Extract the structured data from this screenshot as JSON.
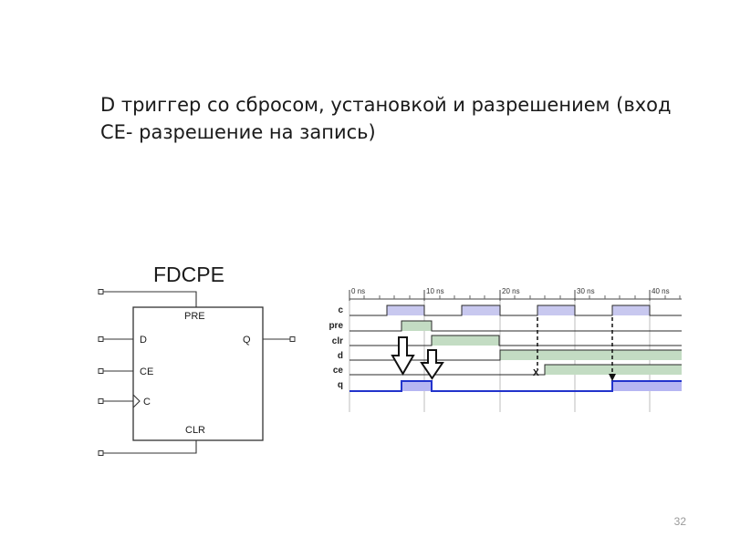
{
  "slide": {
    "title": "D триггер со сбросом, установкой и разрешением (вход CE- разрешение на запись)",
    "page_number": "32"
  },
  "component": {
    "name": "FDCPE",
    "pins": {
      "pre": "PRE",
      "d": "D",
      "ce": "CE",
      "c": "C",
      "q": "Q",
      "clr": "CLR"
    }
  },
  "timing": {
    "time_labels": [
      "0 ns",
      "10 ns",
      "20 ns",
      "30 ns",
      "40 ns"
    ],
    "signal_labels": [
      "c",
      "pre",
      "clr",
      "d",
      "ce",
      "q"
    ],
    "ce_marker": "X",
    "colors": {
      "clock_fill": "#c8c8ef",
      "input_fill": "#c3dcc3",
      "output_fill": "#b6b6f2",
      "output_line": "#2233cc",
      "signal_line": "#2a2a2a"
    }
  }
}
